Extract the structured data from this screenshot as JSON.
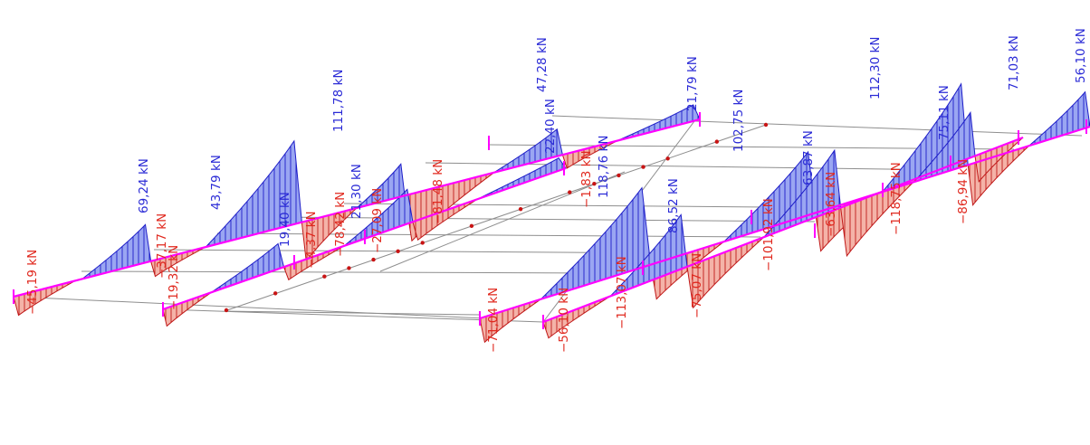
{
  "view": {
    "colors": {
      "positive_fill": "#9aa6f2",
      "positive_hatch": "#1d1dc8",
      "positive_label": "#2a2ad6",
      "negative_fill": "#f4b3a8",
      "negative_hatch": "#c01818",
      "negative_label": "#e0281e",
      "member": "#ff00ff",
      "grid": "#8e8e8e",
      "node_marker": "#c81414"
    }
  },
  "labels": {
    "positive": [
      "69,24 kN",
      "43,79 kN",
      "19,40 kN",
      "111,78 kN",
      "21,30 kN",
      "47,28 kN",
      "22,40 kN",
      "21,79 kN",
      "118,76 kN",
      "102,75 kN",
      "86,52 kN",
      "63,87 kN",
      "112,30 kN",
      "75,11 kN",
      "71,03 kN",
      "56,10 kN"
    ],
    "negative": [
      "-45,19 kN",
      "-37,17 kN",
      "-19,32 kN",
      "-4,37 kN",
      "-78,42 kN",
      "-27,09 kN",
      "-81,48 kN",
      "-1,83 kN",
      "-71,04 kN",
      "-56,10 kN",
      "-113,07 kN",
      "-75,07 kN",
      "-101,92 kN",
      "-63,64 kN",
      "-118,75 kN",
      "-86,94 kN"
    ]
  }
}
